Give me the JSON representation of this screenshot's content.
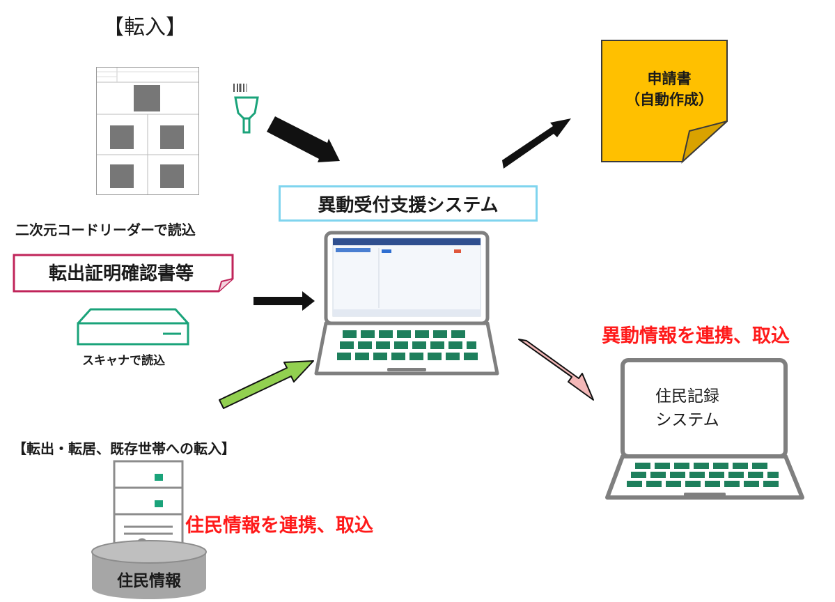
{
  "labels": {
    "tennyu_title": "【転入】",
    "qr_reader": "二次元コードリーダーで読込",
    "certificate_tag": "転出証明確認書等",
    "scanner": "スキャナで読込",
    "other_moves": "【転出・転居、既存世帯への転入】",
    "system_name": "異動受付支援システム",
    "application_line1": "申請書",
    "application_line2": "（自動作成）",
    "move_info_link": "異動情報を連携、取込",
    "resident_record_line1": "住民記録",
    "resident_record_line2": "システム",
    "resident_info_link": "住民情報を連携、取込",
    "resident_db": "住民情報"
  },
  "colors": {
    "link_red": "#ff1a1a",
    "system_border": "#7fd4ee",
    "sticky_note": "#ffc000",
    "tag_border": "#c0245a",
    "key_green": "#1e7f5c",
    "device_teal": "#1aa37a",
    "arrow_green": "#92d050",
    "arrow_pink": "#f4b8b8",
    "arrow_dark": "#111111"
  }
}
